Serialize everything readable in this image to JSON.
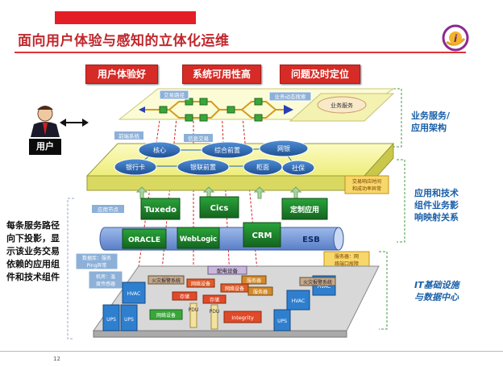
{
  "title": "面向用户体验与感知的立体化运维",
  "top_buttons": [
    {
      "label": "用户体验好"
    },
    {
      "label": "系统可用性高"
    },
    {
      "label": "问题及时定位"
    }
  ],
  "side_labels": {
    "business": [
      "业务服务/",
      "应用架构"
    ],
    "components": [
      "应用和技术",
      "组件业务影",
      "响映射关系"
    ],
    "it": [
      "IT基础设施",
      "与数据中心"
    ]
  },
  "left_text": [
    "每条服务路径",
    "向下投影，显",
    "示该业务交易",
    "依赖的应用组",
    "件和技术组件"
  ],
  "user_label": "用户",
  "page_number": "12",
  "layer1": {
    "tags": [
      "交易路径",
      "业务动态搜索",
      "业务服务"
    ]
  },
  "layer2": {
    "tags": [
      "前端系统",
      "信息交易"
    ],
    "nodes": [
      "核心",
      "综合前置",
      "网银",
      "银行卡",
      "银联前置",
      "柜面",
      "社保"
    ],
    "note": [
      "交易响应时间",
      "和成功率异常"
    ]
  },
  "layer3": {
    "tag": "应用节点",
    "boxes": [
      "Tuxedo",
      "Cics",
      "定制应用",
      "ORACLE",
      "WebLogic",
      "CRM",
      "ESB"
    ],
    "db_note": [
      "数据库：服务",
      "Ping异常"
    ],
    "server_note": [
      "服务器：网",
      "络端口故障"
    ]
  },
  "infra": {
    "labels": [
      "配电设备",
      "火灾报警系统",
      "网络设备",
      "服务器",
      "存储",
      "HVAC",
      "UPS",
      "Integrity",
      "机房：温",
      "度传感器",
      "网络设备",
      "存储",
      "服务器",
      "HVAC",
      "UPS",
      "火灾报警系统",
      "HVAC"
    ],
    "pdu": "PDU"
  },
  "colors": {
    "red": "#d62b26",
    "blue_title": "#1a5fa8",
    "layer_yellow": "#f6f59a",
    "node_blue": "#2f6db5",
    "green_box": "#1f8a2e"
  }
}
